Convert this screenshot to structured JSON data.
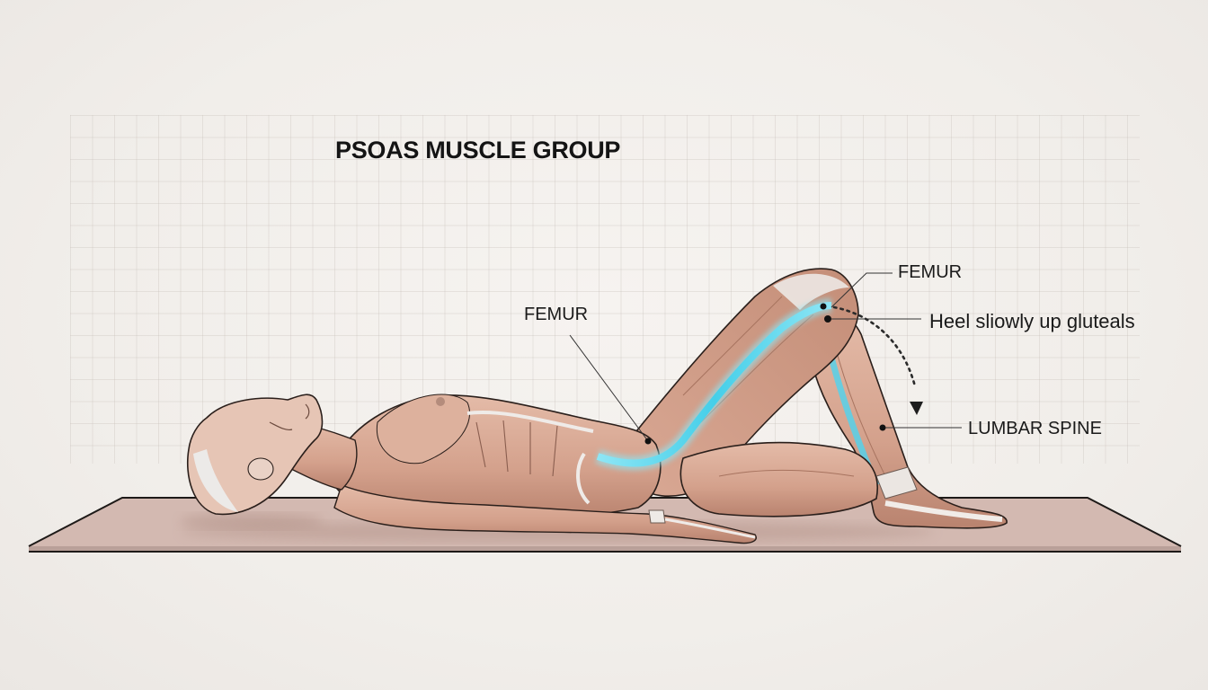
{
  "title": "PSOAS MUSCLE GROUP",
  "labels": {
    "femur_left": "FEMUR",
    "femur_right": "FEMUR",
    "heel_instruction": "Heel sliowly up gluteals",
    "lumbar_spine": "LUMBAR SPINE"
  },
  "colors": {
    "background": "#f3f0ec",
    "grid_line": "#d9d1cb",
    "mat_fill": "#d3b9b1",
    "mat_edge": "#1e1a18",
    "muscle": "#d9aa95",
    "muscle_dark": "#b98571",
    "tendon": "#eeeeec",
    "psoas_highlight": "#5fd3ec",
    "text": "#141414"
  },
  "figure": {
    "pose": "supine, right knee bent, foot flat on mat",
    "highlighted_structure": "psoas / hip flexor line (cyan)",
    "motion_arrow": "dotted curved arrow pointing downward from knee toward shin"
  }
}
